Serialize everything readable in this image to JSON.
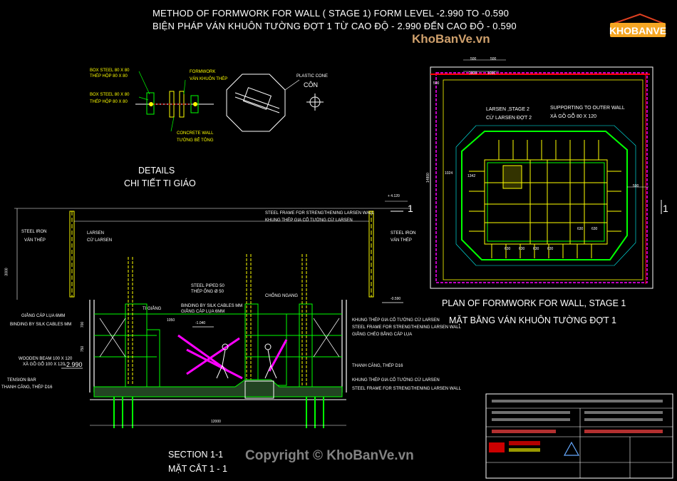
{
  "titles": {
    "main_en": "METHOD OF FORMWORK FOR WALL ( STAGE 1) FORM LEVEL -2.990 TO -0.590",
    "main_vi": "BIỆN PHÁP VÁN KHUÔN TƯỜNG ĐỢT 1 TỪ CAO ĐỘ - 2.990 ĐẾN CAO ĐỘ - 0.590",
    "watermark_top": "KhoBanVe.vn",
    "logo_text": "KHOBANVE",
    "details_en": "DETAILS",
    "details_vi": "CHI TIẾT TI GIÁO",
    "plan_en": "PLAN OF FORMWORK FOR WALL, STAGE 1",
    "plan_vi": "MẶT BẰNG VÁN KHUÔN TƯỜNG ĐỢT 1",
    "section_en": "SECTION 1-1",
    "section_vi": "MẶT CẮT 1 - 1",
    "copyright": "Copyright © KhoBanVe.vn"
  },
  "detail_labels": {
    "box_steel_1": "BOX STEEL 80 X 80",
    "box_steel_1_vi": "THÉP HỘP 80 X 80",
    "box_steel_2": "BOX STEEL 80 X 80",
    "box_steel_2_vi": "THÉP HỘP 80 X 80",
    "formwork": "FORMWORK",
    "formwork_vi": "VÁN KHUÔN THÉP",
    "concrete_wall": "CONCRETE WALL",
    "concrete_wall_vi": "TƯỜNG BÊ TÔNG",
    "plastic_cone": "PLASTIC CONE",
    "plastic_cone_vi": "CÔN"
  },
  "plan_labels": {
    "larsen": "LARSEN ,STAGE 2",
    "larsen_vi": "CỪ LARSEN ĐỢT 2",
    "support": "SUPPORTING TO OUTER WALL",
    "support_vi": "XÀ GỒ GỖ 80 X 120",
    "dims": [
      "500",
      "500",
      "1000",
      "1000",
      "500",
      "14800",
      "1024",
      "1342",
      "630",
      "630",
      "630",
      "630",
      "630",
      "630",
      "500"
    ]
  },
  "section_labels": {
    "steel_iron_l": "STEEL IRON",
    "steel_iron_l_vi": "VÁN THÉP",
    "larsen_l": "LARSEN",
    "larsen_l_vi": "CỪ LARSEN",
    "steel_frame_top": "STEEL FRAME FOR STRENGTHENING LARSEN WALL",
    "steel_frame_top_vi": "KHUNG THÉP GIA CỐ TƯỜNG CỪ LARSEN",
    "steel_iron_r": "STEEL IRON",
    "steel_iron_r_vi": "VÁN THÉP",
    "level_top": "+ 4.120",
    "level_mid": "-0.590",
    "level_low": "-2.990",
    "level_mid2": "-1.040",
    "dim_3000": "3000",
    "dim_12000": "12000",
    "dim_1050": "1050",
    "steel_piped": "STEEL PIPED 50",
    "steel_piped_vi": "THÉP ỐNG Ø 50",
    "binding_cables": "BINDING BY SILK CABLES MM",
    "binding_cables_vi": "GIẰNG CÁP LỤA 6MM",
    "tie_band": "TI GIẰNG",
    "chong": "CHỐNG NGANG",
    "gian_cap_l": "GIẰNG CÁP LỤA 6MM",
    "binding_l": "BINDING BY SILK CABLES MM",
    "wooden_beam": "WOODEN BEAM 100 X 120",
    "wooden_beam_vi": "XÀ GỒ GỖ 100 X 120",
    "tension_bar": "TENSION BAR",
    "tension_bar_vi": "THANH CĂNG, THÉP D16",
    "khung_r1": "KHUNG THÉP GIA CỐ TƯỜNG CỪ LARSEN",
    "frame_r1": "STEEL FRAME FOR STRENGTHENING LARSEN WALL",
    "gian_cheo_r": "GIẰNG CHÉO BẰNG CÁP LỤA",
    "thanh_cang_r": "THANH CĂNG, THÉP D16",
    "khung_r2": "KHUNG THÉP GIA CỐ TƯỜNG CỪ LARSEN",
    "frame_r2": "STEEL FRAME FOR STRENGTHENING LARSEN WALL",
    "dim_700": "700",
    "dim_750": "750",
    "section_mark": "1"
  },
  "colors": {
    "bg": "#000000",
    "green": "#00ff00",
    "yellow": "#ffff00",
    "magenta": "#ff00ff",
    "red": "#ff0000",
    "white": "#ffffff",
    "cyan": "#00ffff"
  }
}
